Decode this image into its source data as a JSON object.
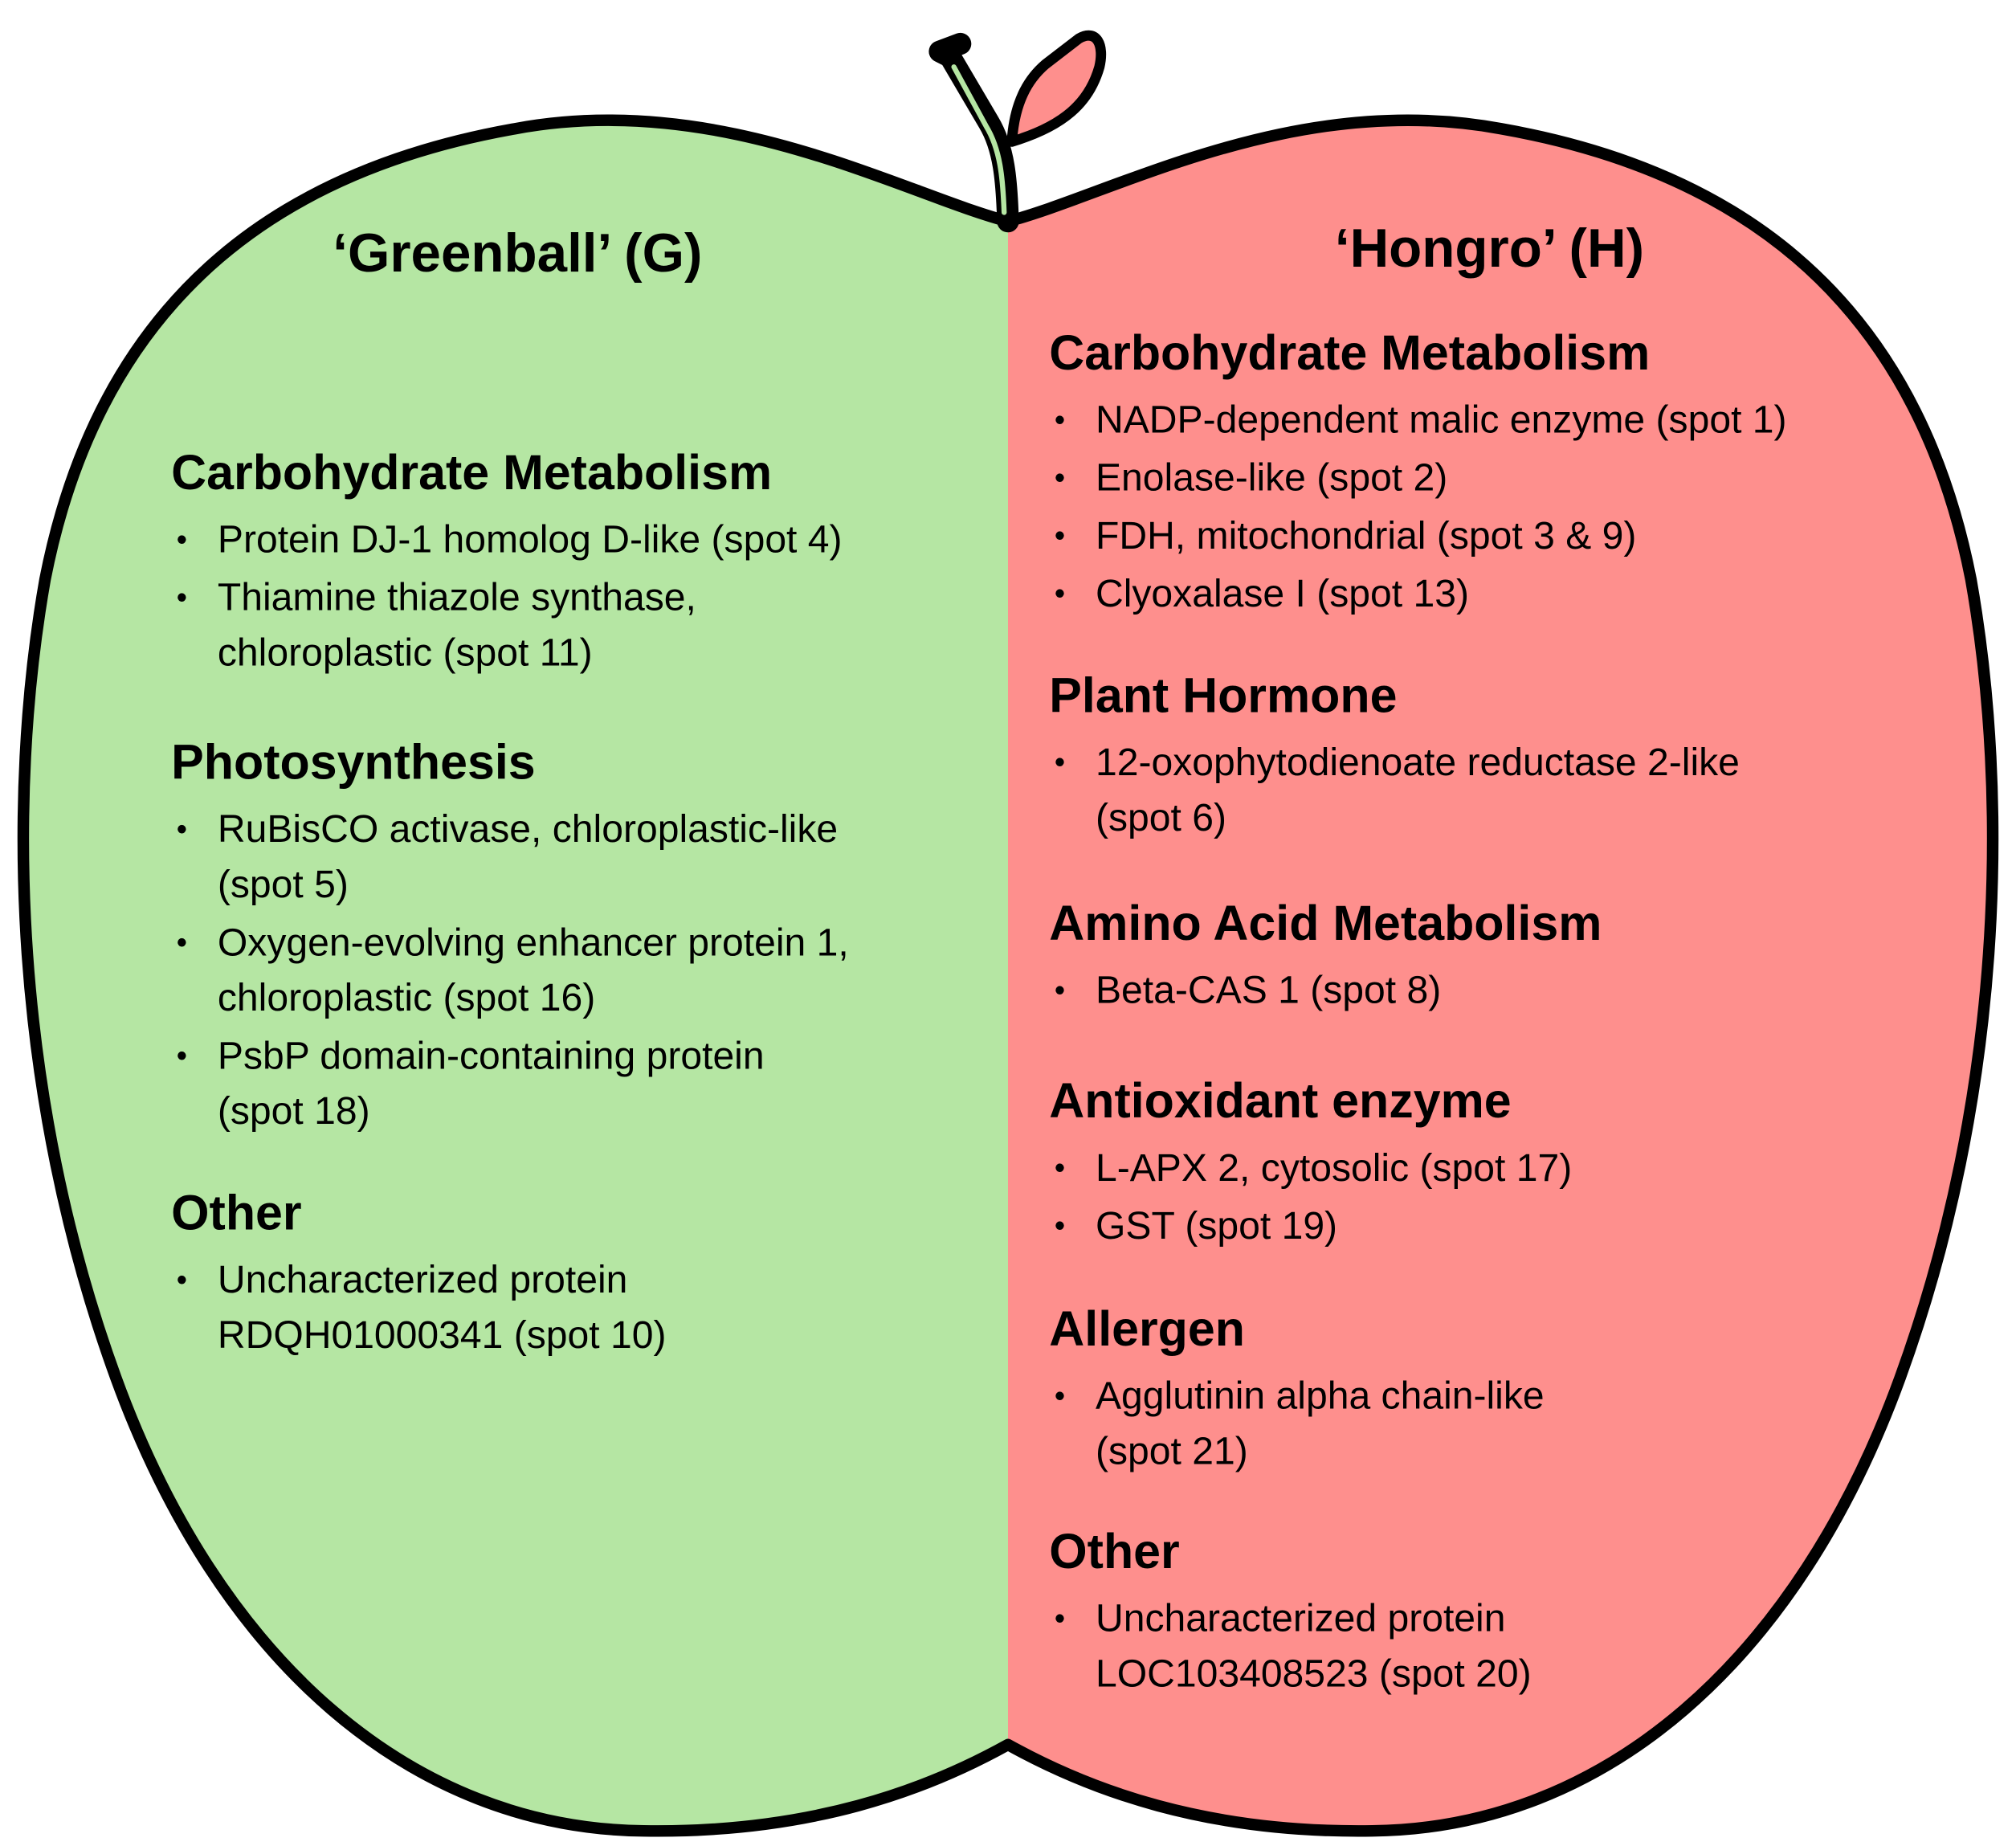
{
  "colors": {
    "greenball": "#b5e6a3",
    "hongro": "#fe8f8d",
    "outline": "#000000"
  },
  "greenball": {
    "title": "‘Greenball’ (G)",
    "sections": [
      {
        "heading": "Carbohydrate Metabolism",
        "items": [
          {
            "lines": [
              "Protein DJ-1 homolog D-like (spot 4)"
            ]
          },
          {
            "lines": [
              "Thiamine thiazole synthase,",
              "chloroplastic (spot 11)"
            ]
          }
        ]
      },
      {
        "heading": "Photosynthesis",
        "items": [
          {
            "lines": [
              "RuBisCO activase, chloroplastic-like",
              "(spot 5)"
            ]
          },
          {
            "lines": [
              "Oxygen-evolving enhancer protein 1,",
              "chloroplastic (spot 16)"
            ]
          },
          {
            "lines": [
              "PsbP domain-containing protein",
              "(spot 18)"
            ]
          }
        ]
      },
      {
        "heading": "Other",
        "items": [
          {
            "lines": [
              "Uncharacterized protein",
              "RDQH01000341 (spot 10)"
            ]
          }
        ]
      }
    ]
  },
  "hongro": {
    "title": "‘Hongro’ (H)",
    "sections": [
      {
        "heading": "Carbohydrate Metabolism",
        "items": [
          {
            "lines": [
              "NADP-dependent malic enzyme (spot 1)"
            ]
          },
          {
            "lines": [
              "Enolase-like (spot 2)"
            ]
          },
          {
            "lines": [
              "FDH, mitochondrial (spot 3 & 9)"
            ]
          },
          {
            "lines": [
              "Clyoxalase I (spot 13)"
            ]
          }
        ]
      },
      {
        "heading": "Plant Hormone",
        "items": [
          {
            "lines": [
              "12-oxophytodienoate reductase 2-like",
              "(spot 6)"
            ]
          }
        ]
      },
      {
        "heading": "Amino Acid Metabolism",
        "items": [
          {
            "lines": [
              "Beta-CAS 1 (spot 8)"
            ]
          }
        ]
      },
      {
        "heading": "Antioxidant enzyme",
        "items": [
          {
            "lines": [
              "L-APX 2, cytosolic (spot 17)"
            ]
          },
          {
            "lines": [
              "GST (spot 19)"
            ]
          }
        ]
      },
      {
        "heading": "Allergen",
        "items": [
          {
            "lines": [
              "Agglutinin alpha chain-like",
              "(spot 21)"
            ]
          }
        ]
      },
      {
        "heading": "Other",
        "items": [
          {
            "lines": [
              "Uncharacterized protein",
              "LOC103408523 (spot 20)"
            ]
          }
        ]
      }
    ]
  }
}
